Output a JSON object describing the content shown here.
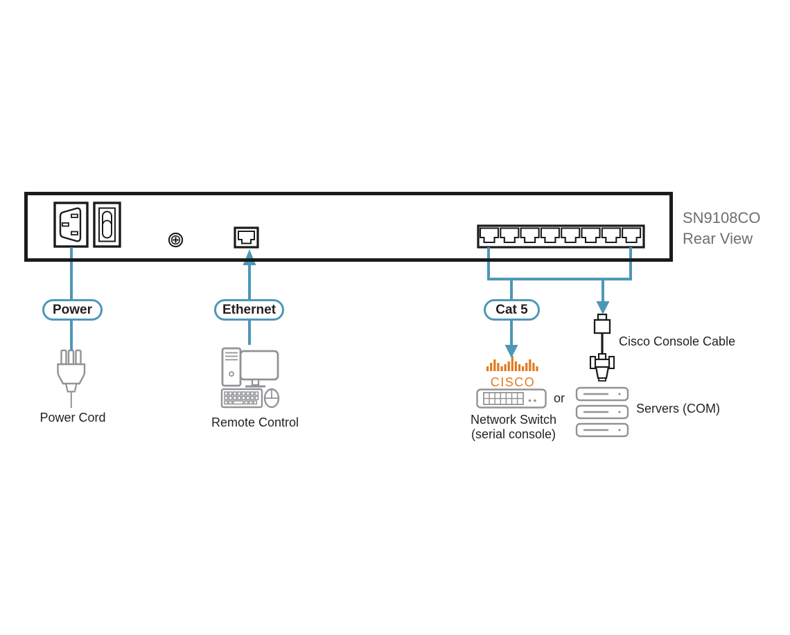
{
  "device": {
    "model": "SN9108CO",
    "view": "Rear View",
    "serial_port_count": 8
  },
  "labels": {
    "power": "Power",
    "ethernet": "Ethernet",
    "cat5": "Cat 5"
  },
  "captions": {
    "power_cord": "Power Cord",
    "remote_control": "Remote Control",
    "cisco_logo": "CISCO",
    "network_switch": "Network Switch",
    "network_switch_sub": "(serial console)",
    "or": "or",
    "cisco_console_cable": "Cisco Console Cable",
    "servers": "Servers (COM)"
  },
  "icons": {
    "power_inlet": "power-inlet-icon",
    "power_switch": "power-switch-icon",
    "ground_screw": "ground-screw-icon",
    "ethernet_port": "ethernet-port-icon",
    "serial_ports": "serial-ports-icon",
    "power_plug": "power-plug-icon",
    "computer": "computer-icon",
    "cisco_bars": "cisco-logo-icon",
    "network_switch": "network-switch-icon",
    "console_cable": "console-cable-icon",
    "servers": "servers-stack-icon"
  },
  "colors": {
    "connector_blue": "#4E97B7",
    "cisco_orange": "#E07B20",
    "icon_gray": "#919396",
    "outline_black": "#1B1B1B",
    "model_text_gray": "#6D6E71",
    "caption_text": "#231F20"
  }
}
